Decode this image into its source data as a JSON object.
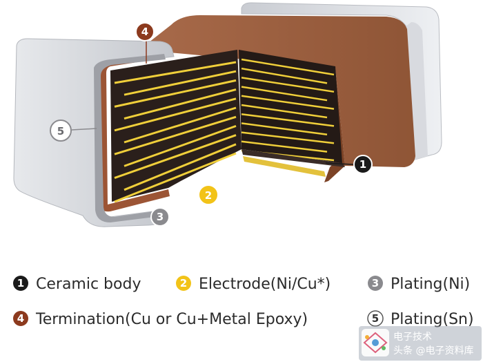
{
  "colors": {
    "ceramic": "#3a2c27",
    "ceramic_dark": "#1d1512",
    "electrode": "#f0cf3a",
    "termination": "#a4593a",
    "plating_ni": "#7f7f84",
    "plating_sn": "#dcdde1",
    "callout_1": "#1a1a1a",
    "callout_2": "#f2c318",
    "callout_3": "#8a8a8e",
    "callout_4": "#8c3a1e",
    "callout_5": "#ffffff"
  },
  "callouts": {
    "c1": "1",
    "c2": "2",
    "c3": "3",
    "c4": "4",
    "c5": "5"
  },
  "legend": {
    "ceramic_body": {
      "number": "1",
      "label": "Ceramic body"
    },
    "electrode": {
      "number": "2",
      "label": "Electrode(Ni/Cu*)"
    },
    "plating_ni": {
      "number": "3",
      "label": "Plating(Ni)"
    },
    "termination": {
      "number": "4",
      "label": "Termination(Cu or Cu+Metal Epoxy)"
    },
    "plating_sn": {
      "number": "5",
      "label": "Plating(Sn)"
    }
  },
  "watermark": {
    "line1": "电子技术",
    "line2": "头条 @电子资料库",
    "icon": "elecfans-logo-icon"
  }
}
